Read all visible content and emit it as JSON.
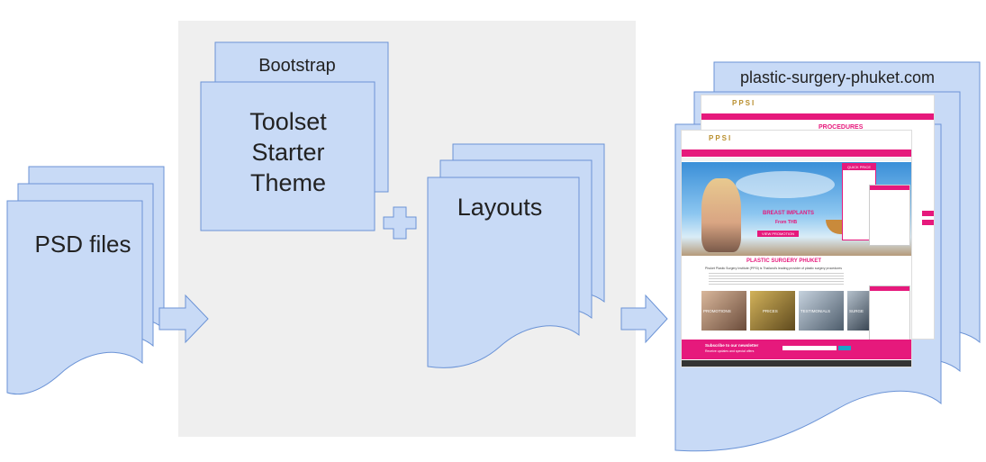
{
  "nodes": {
    "psd": {
      "label": "PSD files"
    },
    "bootstrap": {
      "label": "Bootstrap"
    },
    "toolset": {
      "lines": [
        "Toolset",
        "Starter",
        "Theme"
      ]
    },
    "layouts": {
      "label": "Layouts"
    },
    "site": {
      "label": "plastic-surgery-phuket.com"
    }
  },
  "screenshot": {
    "logo": "PPSI",
    "back_heading": "PROCEDURES",
    "hero_line1": "BREAST IMPLANTS",
    "hero_line2": "From THB",
    "hero_button": "VIEW PROMOTION",
    "quick_price": "QUICK PRICE",
    "section_title": "PLASTIC SURGERY PHUKET",
    "section_sub": "Phuket Plastic Surgery Institute (PPSI) is Thailand's leading provider of plastic surgery procedures",
    "tiles": [
      "PROMOTIONS",
      "PRICES",
      "TESTIMONIALS",
      "SURGE"
    ],
    "newsletter": "Subscribe to our newsletter",
    "newsletter_sub": "Receive updates and special offers"
  },
  "colors": {
    "doc_fill": "#c8daf6",
    "doc_stroke": "#6b93d6",
    "panel": "#efefef",
    "accent": "#e6197c"
  }
}
